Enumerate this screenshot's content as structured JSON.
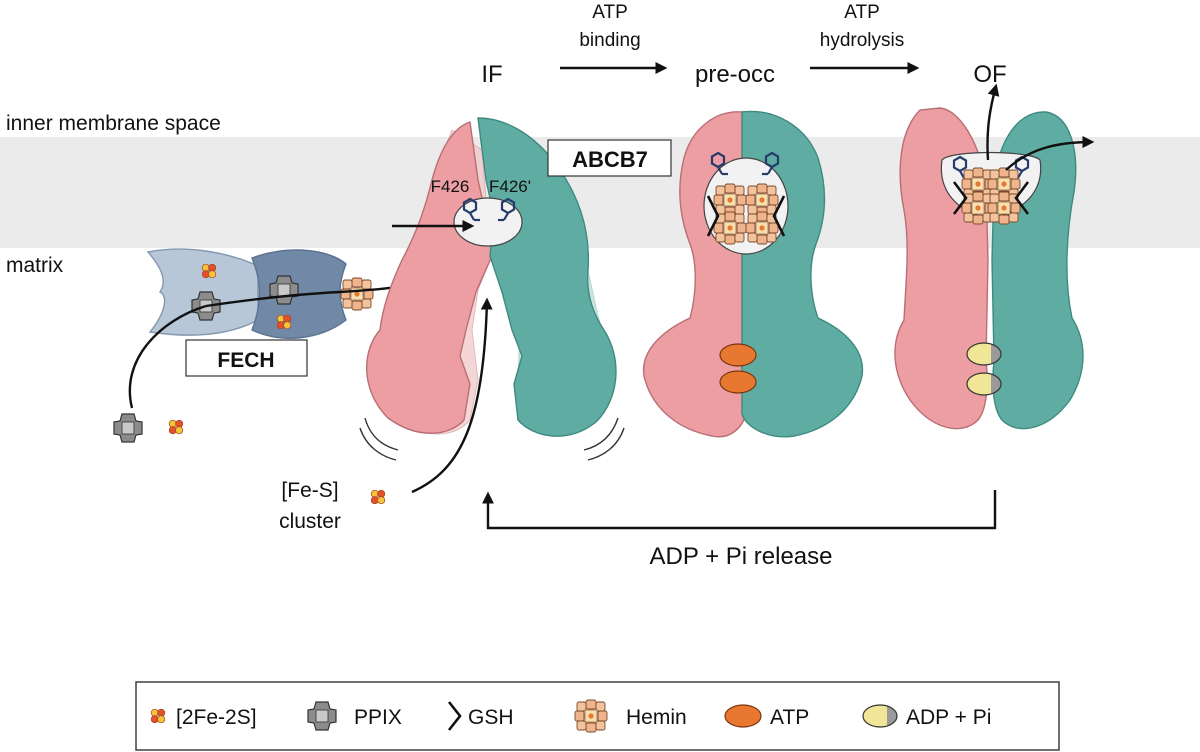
{
  "regions": {
    "top": "inner membrane space",
    "bottom": "matrix"
  },
  "states": {
    "if": "IF",
    "pre_occ": "pre-occ",
    "of": "OF"
  },
  "steps": {
    "binding_line1": "ATP",
    "binding_line2": "binding",
    "hydrolysis_line1": "ATP",
    "hydrolysis_line2": "hydrolysis",
    "release": "ADP + Pi release"
  },
  "labels": {
    "abcb7": "ABCB7",
    "fech": "FECH",
    "f426": "F426",
    "f426p": "F426'",
    "fes_line1": "[Fe-S]",
    "fes_line2": "cluster"
  },
  "legend": {
    "fe2s2": "[2Fe-2S]",
    "ppix": "PPIX",
    "gsh": "GSH",
    "hemin": "Hemin",
    "atp": "ATP",
    "adp_pi": "ADP + Pi"
  },
  "colors": {
    "membrane": "#ebebeb",
    "pink": "#ec9ea2",
    "teal": "#5fada2",
    "fech": "#9eb3ca",
    "fech_dark": "#6d88a6",
    "hemin": "#f0b48c",
    "hemin_center": "#f8dfae",
    "atp": "#e8782f",
    "adp": "#f1e597",
    "pi": "#9a9a9a",
    "navy": "#263a6b",
    "fe_red": "#e2502c",
    "fe_yellow": "#f5c43a"
  }
}
